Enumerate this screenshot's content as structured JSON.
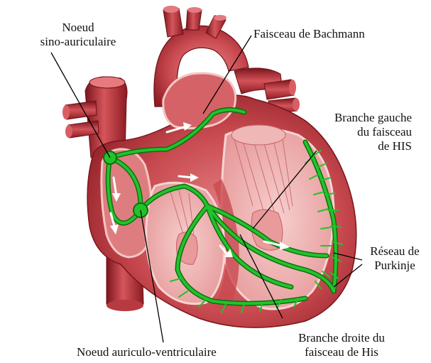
{
  "labels": {
    "sa_node": [
      "Noeud",
      "sino-auriculaire"
    ],
    "bachmann": "Faisceau de Bachmann",
    "left_branch": [
      "Branche gauche",
      "du faisceau",
      "de HIS"
    ],
    "purkinje": [
      "Réseau de",
      "Purkinje"
    ],
    "right_branch": [
      "Branche droite du",
      "faisceau de His"
    ],
    "av_node": "Noeud auriculo-ventriculaire"
  },
  "colors": {
    "muscle_dark": "#8e1d24",
    "muscle": "#c2454c",
    "muscle_light": "#e58a8c",
    "inner_wall": "#f4c2c0",
    "conduction": "#22c32a",
    "conduction_dark": "#0d6e13",
    "arrow": "#ffffff",
    "leader": "#000000"
  }
}
